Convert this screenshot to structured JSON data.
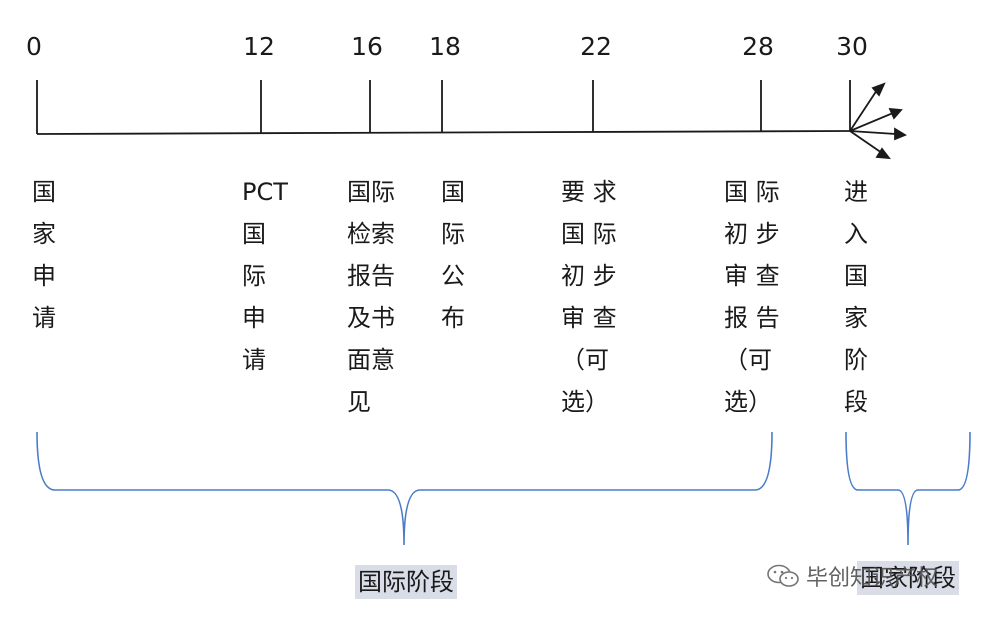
{
  "timeline": {
    "months": [
      {
        "value": 0,
        "label": "0"
      },
      {
        "value": 12,
        "label": "12"
      },
      {
        "value": 16,
        "label": "16"
      },
      {
        "value": 18,
        "label": "18"
      },
      {
        "value": 22,
        "label": "22"
      },
      {
        "value": 28,
        "label": "28"
      },
      {
        "value": 30,
        "label": "30"
      }
    ],
    "events": [
      {
        "name": "national-application",
        "lines": [
          "国",
          "家",
          "申",
          "请"
        ]
      },
      {
        "name": "pct-international-application",
        "lines": [
          "PCT",
          "国",
          "际",
          "申",
          "请"
        ]
      },
      {
        "name": "international-search-report",
        "lines": [
          "国际",
          "检索",
          "报告",
          "及书",
          "面意",
          "见"
        ]
      },
      {
        "name": "international-publication",
        "lines": [
          "国",
          "际",
          "公",
          "布"
        ]
      },
      {
        "name": "demand-preliminary-examination",
        "lines": [
          "要 求",
          "国 际",
          "初 步",
          "审 查",
          "（可",
          "选）"
        ]
      },
      {
        "name": "preliminary-examination-report",
        "lines": [
          "国 际",
          "初 步",
          "审 查",
          "报 告",
          "（可",
          "选）"
        ]
      },
      {
        "name": "enter-national-phase",
        "lines": [
          "进",
          "入",
          "国",
          "家",
          "阶",
          "段"
        ]
      }
    ]
  },
  "stages": {
    "international": "国际阶段",
    "national": "国家阶段"
  },
  "watermark": {
    "text": "毕创知识产权",
    "icon": "wechat-logo-icon"
  },
  "colors": {
    "line": "#1a1a1a",
    "brace": "#4a7cc8",
    "stage_bg": "#d8dde8"
  }
}
